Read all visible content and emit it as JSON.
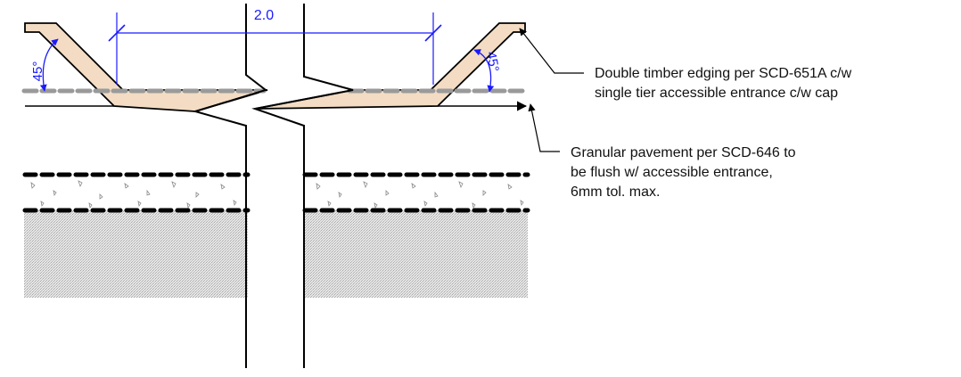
{
  "dimension": {
    "value": "2.0"
  },
  "angles": {
    "left": "45°",
    "right": "45°"
  },
  "callouts": {
    "edging": {
      "lines": [
        "Double timber edging per SCD-651A c/w",
        "single tier accessible entrance c/w cap"
      ]
    },
    "pavement": {
      "lines": [
        "Granular pavement per SCD-646 to",
        "be flush w/ accessible entrance,",
        "6mm tol. max."
      ]
    }
  },
  "colors": {
    "timber": "#f3dcc3",
    "dimension": "#1a1aff",
    "outline": "#000000",
    "dashed_grade": "#9a9a9a",
    "subgrade_fill": "#cfcfcf"
  }
}
